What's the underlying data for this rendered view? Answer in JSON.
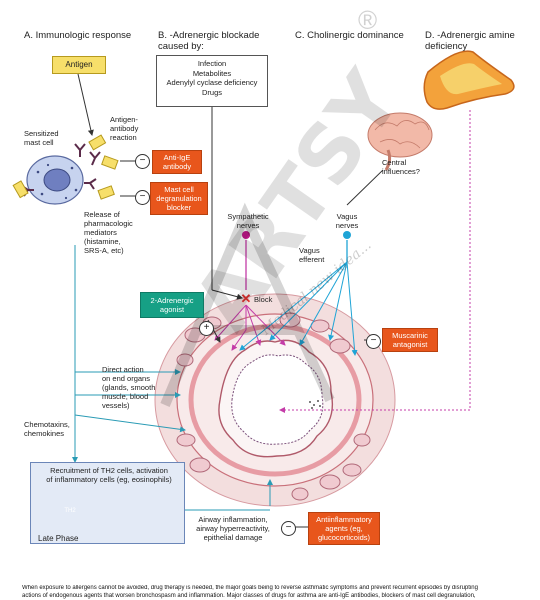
{
  "headers": {
    "a": "A. Immunologic response",
    "b": "B. -Adrenergic blockade\ncaused by:",
    "c": "C. Cholinergic dominance",
    "d": "D. -Adrenergic amine\ndeficiency"
  },
  "labels": {
    "antigen": "Antigen",
    "antigen_antibody": "Antigen-\nantibody\nreaction",
    "sensitized_mast_cell": "Sensitized\nmast cell",
    "release": "Release of\npharmacologic\nmediators\n(histamine,\nSRS-A, etc)",
    "causes": "Infection\nMetabolites\nAdenylyl cyclase deficiency\nDrugs",
    "central_influences": "Central\ninfluences?",
    "sympathetic": "Sympathetic\nnerves",
    "vagus": "Vagus\nnerves",
    "vagus_efferent": "Vagus\nefferent",
    "block": "Block",
    "direct_action": "Direct action\non end organs\n(glands, smooth\nmuscle, blood\nvessels)",
    "chemotaxins": "Chemotaxins,\nchemokines",
    "recruitment": "Recruitment of TH2 cells, activation\nof inflammatory cells (eg, eosinophils)",
    "th2": "TH2",
    "late_phase": "Late Phase",
    "airway": "Airway inflammation,\nairway hyperreactivity,\nepithelial damage",
    "beta2": "2-Adrenergic\nagonist"
  },
  "drugs": {
    "anti_ige": "Anti-IgE\nantibody",
    "mast_blocker": "Mast cell\ndegranulation\nblocker",
    "muscarinic": "Muscarinic\nantagonist",
    "antiinflammatory": "Antiinflammatory\nagents (eg,\nglucocorticoids)"
  },
  "symbols": {
    "minus": "−",
    "plus": "+",
    "block_x": "✕"
  },
  "watermark": {
    "main": "ARTSY",
    "sub": "Medical new idea...",
    "reg": "®"
  },
  "caption": "When exposure to allergens cannot be avoided, drug therapy is needed, the major goals being to reverse asthmatic symptoms and prevent recurrent episodes by disrupting\nactions of endogenous agents that worsen bronchospasm and inflammation. Major classes of drugs for asthma are anti-IgE antibodies, blockers of mast cell degranulation,",
  "colors": {
    "drug": "#e8561c",
    "teal": "#16a085",
    "sympathetic": "#c0188a",
    "vagus": "#1fa4d6",
    "magenta_line": "#c43ca8",
    "late_bg": "#e3eaf6"
  }
}
